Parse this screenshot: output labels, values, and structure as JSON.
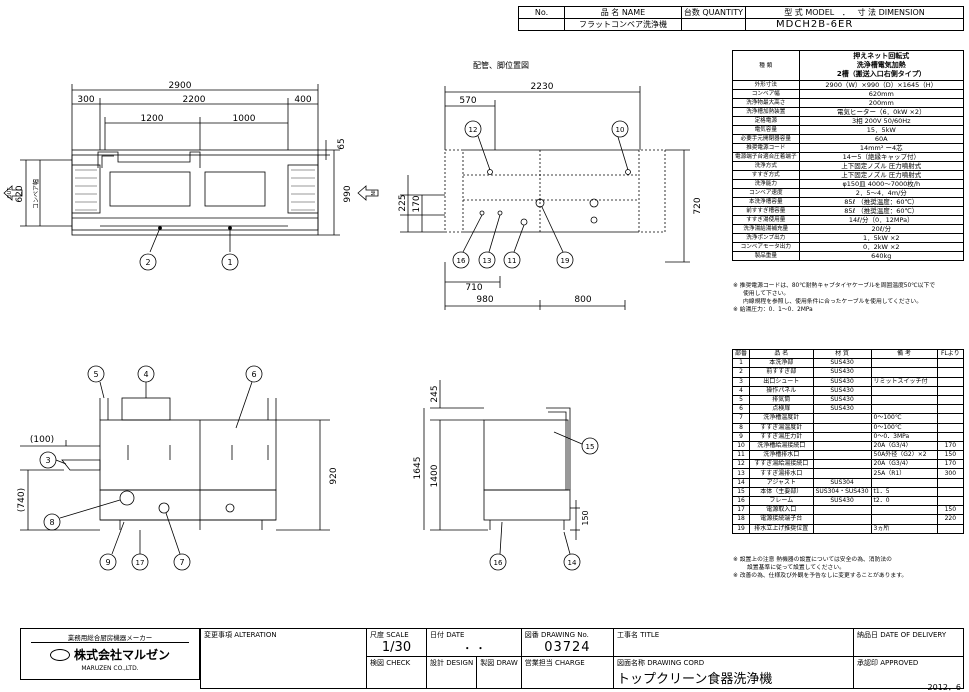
{
  "header": {
    "no_label": "No.",
    "name_label": "品 名 NAME",
    "quantity_label": "台数 QUANTITY",
    "model_label": "型 式 MODEL",
    "dimension_label": "寸 法 DIMENSION",
    "product_name": "フラットコンベア洗浄機",
    "model_value": "MDCH2B-6ER"
  },
  "plan_title": "配管、脚位置図",
  "front_view": {
    "dims_top": [
      "2900",
      "300",
      "2200",
      "400",
      "1200",
      "1000"
    ],
    "dims_side": [
      "65",
      "990",
      "620",
      "コンベア幅"
    ],
    "dir_label": "OUT",
    "callouts": [
      "2",
      "1"
    ]
  },
  "plan_view": {
    "dims": [
      "2230",
      "570",
      "225",
      "170",
      "720",
      "710",
      "980",
      "800"
    ],
    "dir_label": "IN",
    "callouts": [
      "12",
      "10",
      "16",
      "13",
      "11",
      "19"
    ]
  },
  "side_view": {
    "dims": [
      "(100)",
      "(740)",
      "920"
    ],
    "callouts": [
      "5",
      "4",
      "6",
      "3",
      "8",
      "9",
      "17",
      "7"
    ]
  },
  "end_view": {
    "dims": [
      "245",
      "1645",
      "1400",
      "150"
    ],
    "callouts": [
      "15",
      "16",
      "14"
    ]
  },
  "spec": {
    "type_label": "種 類",
    "type_value": [
      "押えネット回転式",
      "洗浄槽電気加熱",
      "2槽（搬送入口右側タイプ）"
    ],
    "rows": [
      {
        "k": "外形寸法",
        "v": "2900（W）×990（D）×1645（H）"
      },
      {
        "k": "コンベア幅",
        "v": "620mm"
      },
      {
        "k": "洗浄物最大高さ",
        "v": "200mm"
      },
      {
        "k": "洗浄槽加熱装置",
        "v": "電気ヒーター（6．0kW ×2）"
      },
      {
        "k": "定格電源",
        "v": "3相 200V 50/60Hz"
      },
      {
        "k": "電気容量",
        "v": "15．5kW"
      },
      {
        "k": "必要手元開閉器容量",
        "v": "60A"
      },
      {
        "k": "推奨電源コード",
        "v": "14mm² ー4芯"
      },
      {
        "k": "電源端子台適合圧着端子",
        "v": "14ー5（絶縁キャップ付）"
      },
      {
        "k": "洗浄方式",
        "v": "上下固定ノズル 圧力噴射式"
      },
      {
        "k": "すすぎ方式",
        "v": "上下固定ノズル 圧力噴射式"
      },
      {
        "k": "洗浄能力",
        "v": "φ150皿 4000〜7000枚/h"
      },
      {
        "k": "コンベア速度",
        "v": "2．5〜4．4m/分"
      },
      {
        "k": "本洗浄槽容量",
        "v": "85ℓ （推奨温度：60℃）"
      },
      {
        "k": "前すすぎ槽容量",
        "v": "85ℓ （推奨温度：60℃）"
      },
      {
        "k": "すすぎ湯使用量",
        "v": "14ℓ/分（0．12MPa）"
      },
      {
        "k": "洗浄湯給湯補充量",
        "v": "20ℓ/分"
      },
      {
        "k": "洗浄ポンプ出力",
        "v": "1．5kW ×2"
      },
      {
        "k": "コンベアモータ出力",
        "v": "0．2kW ×2"
      },
      {
        "k": "製品重量",
        "v": "640kg"
      }
    ],
    "notes": [
      "※ 推奨電源コードは、80℃耐熱キャブタイヤケーブルを周囲温度50℃以下で",
      "使用して下さい。",
      "内線規程を参照し、使用条件に合ったケーブルを使用してください。",
      "※ 給湯圧力：0．1〜0．2MPa"
    ]
  },
  "parts": {
    "headers": [
      "部番",
      "品 名",
      "材 質",
      "備 考",
      "FLより"
    ],
    "rows": [
      [
        "1",
        "本洗浄部",
        "SUS430",
        "",
        ""
      ],
      [
        "2",
        "前すすぎ部",
        "SUS430",
        "",
        ""
      ],
      [
        "3",
        "出口シュート",
        "SUS430",
        "リミットスイッチ付",
        ""
      ],
      [
        "4",
        "操作パネル",
        "SUS430",
        "",
        ""
      ],
      [
        "5",
        "排気筒",
        "SUS430",
        "",
        ""
      ],
      [
        "6",
        "点検扉",
        "SUS430",
        "",
        ""
      ],
      [
        "7",
        "洗浄槽温度計",
        "",
        "0〜100℃",
        ""
      ],
      [
        "8",
        "すすぎ湯温度計",
        "",
        "0〜100℃",
        ""
      ],
      [
        "9",
        "すすぎ湯圧力計",
        "",
        "0〜0．3MPa",
        ""
      ],
      [
        "10",
        "洗浄槽給湯接続口",
        "",
        "20A（G3/4）",
        "170"
      ],
      [
        "11",
        "洗浄槽排水口",
        "",
        "50A外径（G2）×2",
        "150"
      ],
      [
        "12",
        "すすぎ湯給湯接続口",
        "",
        "20A（G3/4）",
        "170"
      ],
      [
        "13",
        "すすぎ湯排水口",
        "",
        "25A（R1）",
        "300"
      ],
      [
        "14",
        "アジャスト",
        "SUS304",
        "",
        ""
      ],
      [
        "15",
        "本体（主要部）",
        "SUS304・SUS430",
        "t1．5",
        ""
      ],
      [
        "16",
        "フレーム",
        "SUS430",
        "t2．0",
        ""
      ],
      [
        "17",
        "電源取入口",
        "",
        "",
        "150"
      ],
      [
        "18",
        "電源接続端子台",
        "",
        "",
        "220"
      ],
      [
        "19",
        "排水立上げ推奨位置",
        "",
        "3ヵ所",
        ""
      ]
    ],
    "notes": [
      "※ 設置上の注意 熱機器の設置については安全の為、消防法の",
      "設置基準に従って設置してください。",
      "※ 改善の為、仕様及び外観を予告なしに変更することがあります。"
    ]
  },
  "titleblock": {
    "maker_line": "業務用総合厨房機器メーカー",
    "company": "株式会社マルゼン",
    "company_en": "MARUZEN CO.,LTD.",
    "alteration": "変更事項 ALTERATION",
    "scale_label": "尺度 SCALE",
    "scale_value": "1/30",
    "date_label": "日付 DATE",
    "date_value": "・ ・",
    "drawing_no_label": "図番 DRAWING No.",
    "drawing_no": "03724",
    "title_label": "工事名 TITLE",
    "delivery_label": "納品日 DATE OF DELIVERY",
    "check_label": "検図 CHECK",
    "design_label": "設計 DESIGN",
    "draw_label": "製図 DRAW",
    "charge_label": "営業担当 CHARGE",
    "cord_label": "図面名称 DRAWING CORD",
    "drawing_name": "トップクリーン食器洗浄機",
    "approved_label": "承認印 APPROVED",
    "year": "2012．6"
  }
}
